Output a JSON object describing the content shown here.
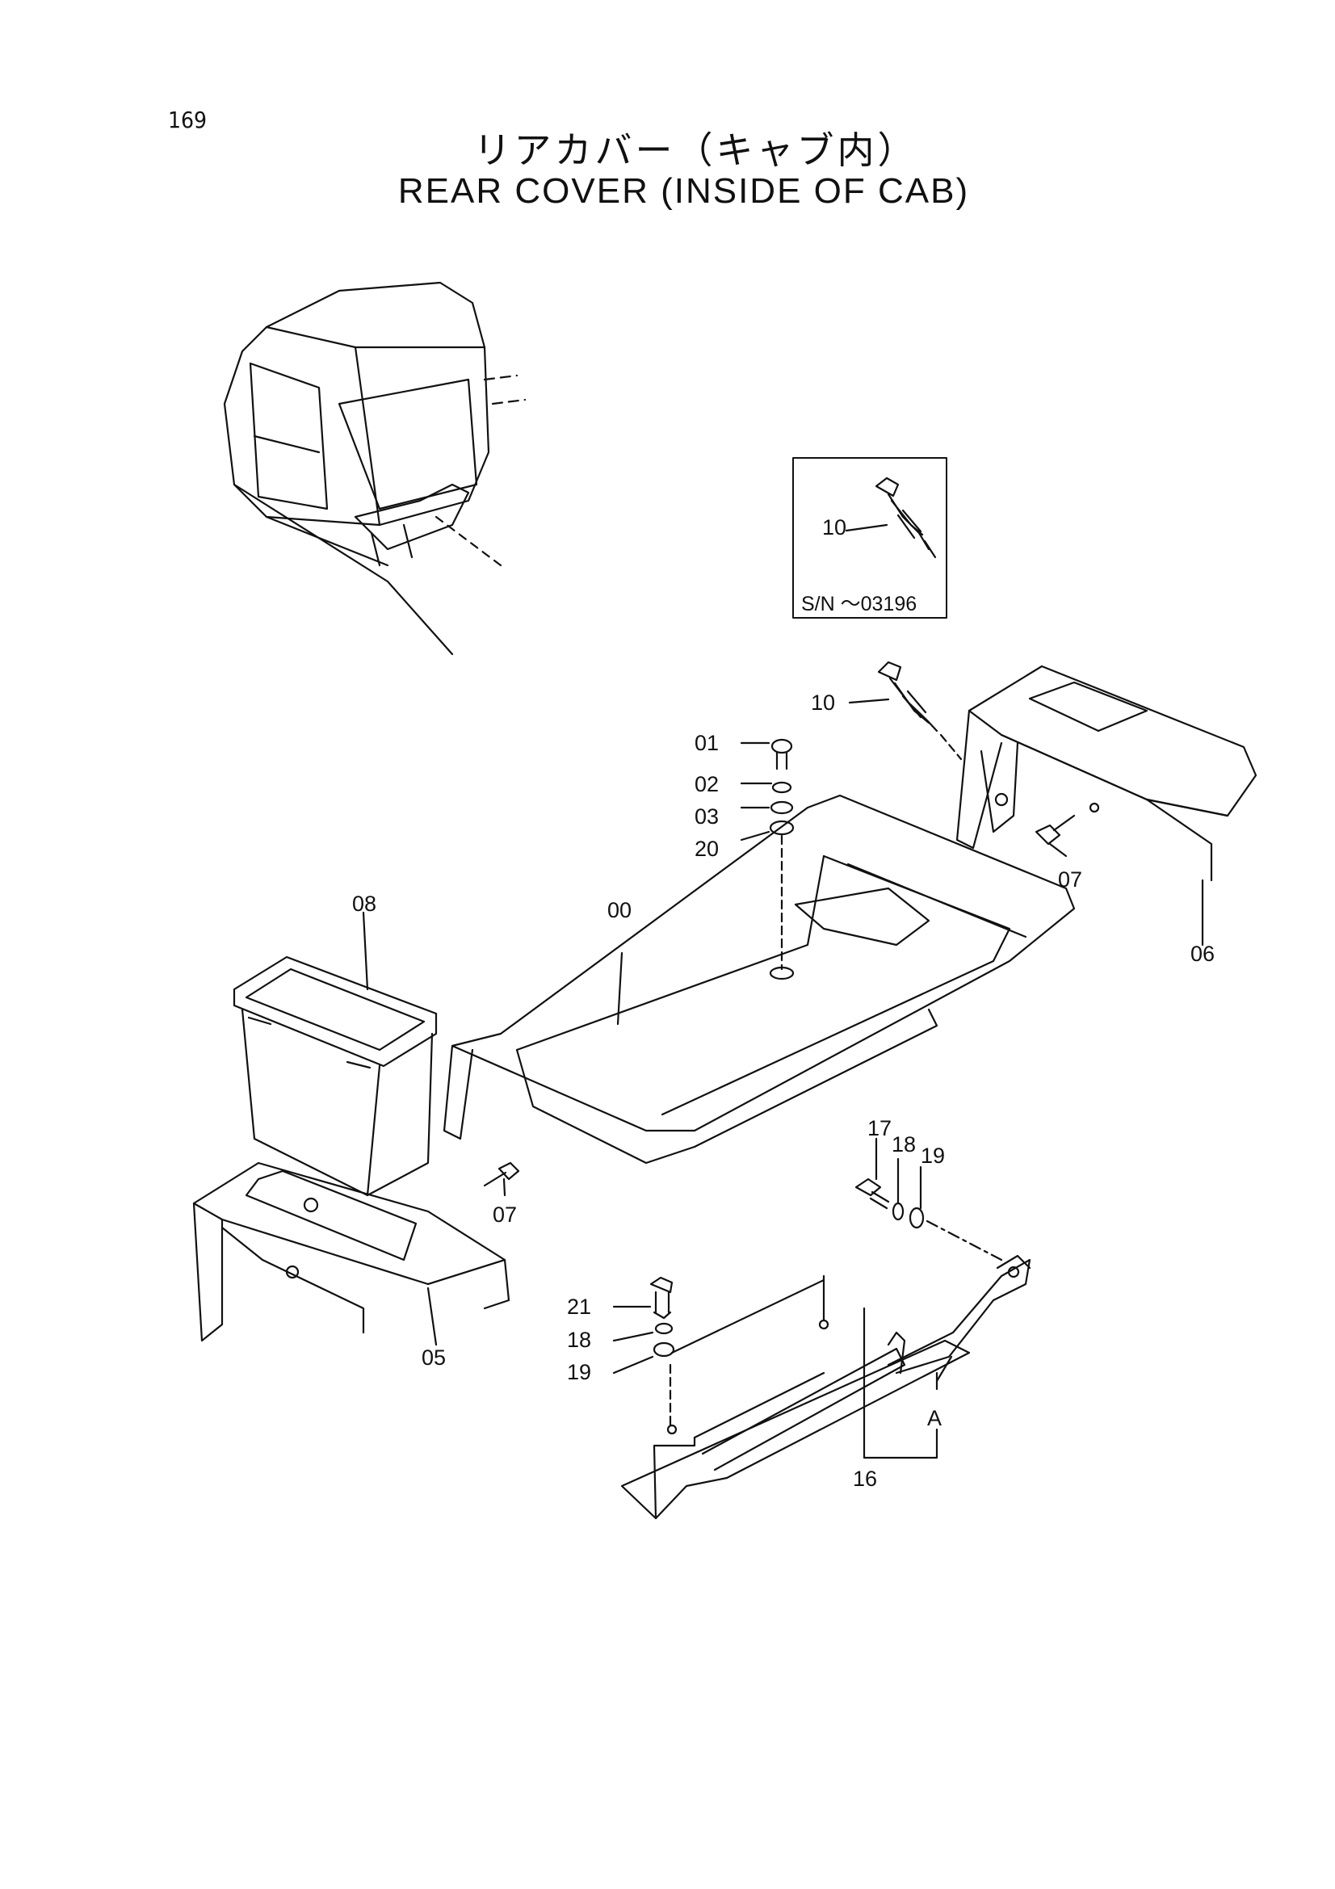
{
  "page_number": "169",
  "title_jp": "リアカバー（キャブ内）",
  "title_en": "REAR COVER (INSIDE OF CAB)",
  "inset_serial": "S/N ～03196",
  "callouts": {
    "c00": "00",
    "c01": "01",
    "c02": "02",
    "c03": "03",
    "c20": "20",
    "c05": "05",
    "c06": "06",
    "c07a": "07",
    "c07b": "07",
    "c08": "08",
    "c10a": "10",
    "c10b": "10",
    "c16": "16",
    "c17": "17",
    "c18a": "18",
    "c18b": "18",
    "c19a": "19",
    "c19b": "19",
    "c21": "21",
    "cA": "A"
  }
}
